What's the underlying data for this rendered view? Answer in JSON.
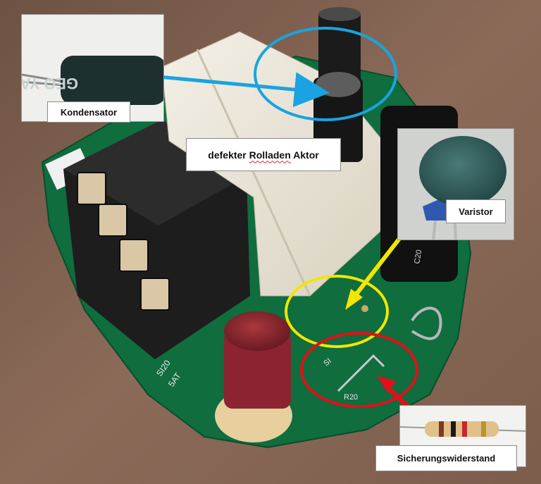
{
  "labels": {
    "kondensator": "Kondensator",
    "defekt_prefix": "defekter ",
    "defekt_wavy": "Rolladen",
    "defekt_suffix": " Aktor",
    "varistor": "Varistor",
    "sicherung": "Sicherungswiderstand"
  },
  "component_markings": {
    "capacitor_brand": "GEO YAGEO",
    "fuse_text_1": "SI20",
    "fuse_text_2": "5AT",
    "pcb_c20": "C20",
    "pcb_r20": "R20",
    "pcb_si": "SI"
  },
  "colors": {
    "blue_annotation": "#1aa3e0",
    "yellow_annotation": "#f2e600",
    "red_annotation": "#e0101a",
    "pcb_green": "#0f6d3e",
    "background": "#7a5a4a"
  }
}
